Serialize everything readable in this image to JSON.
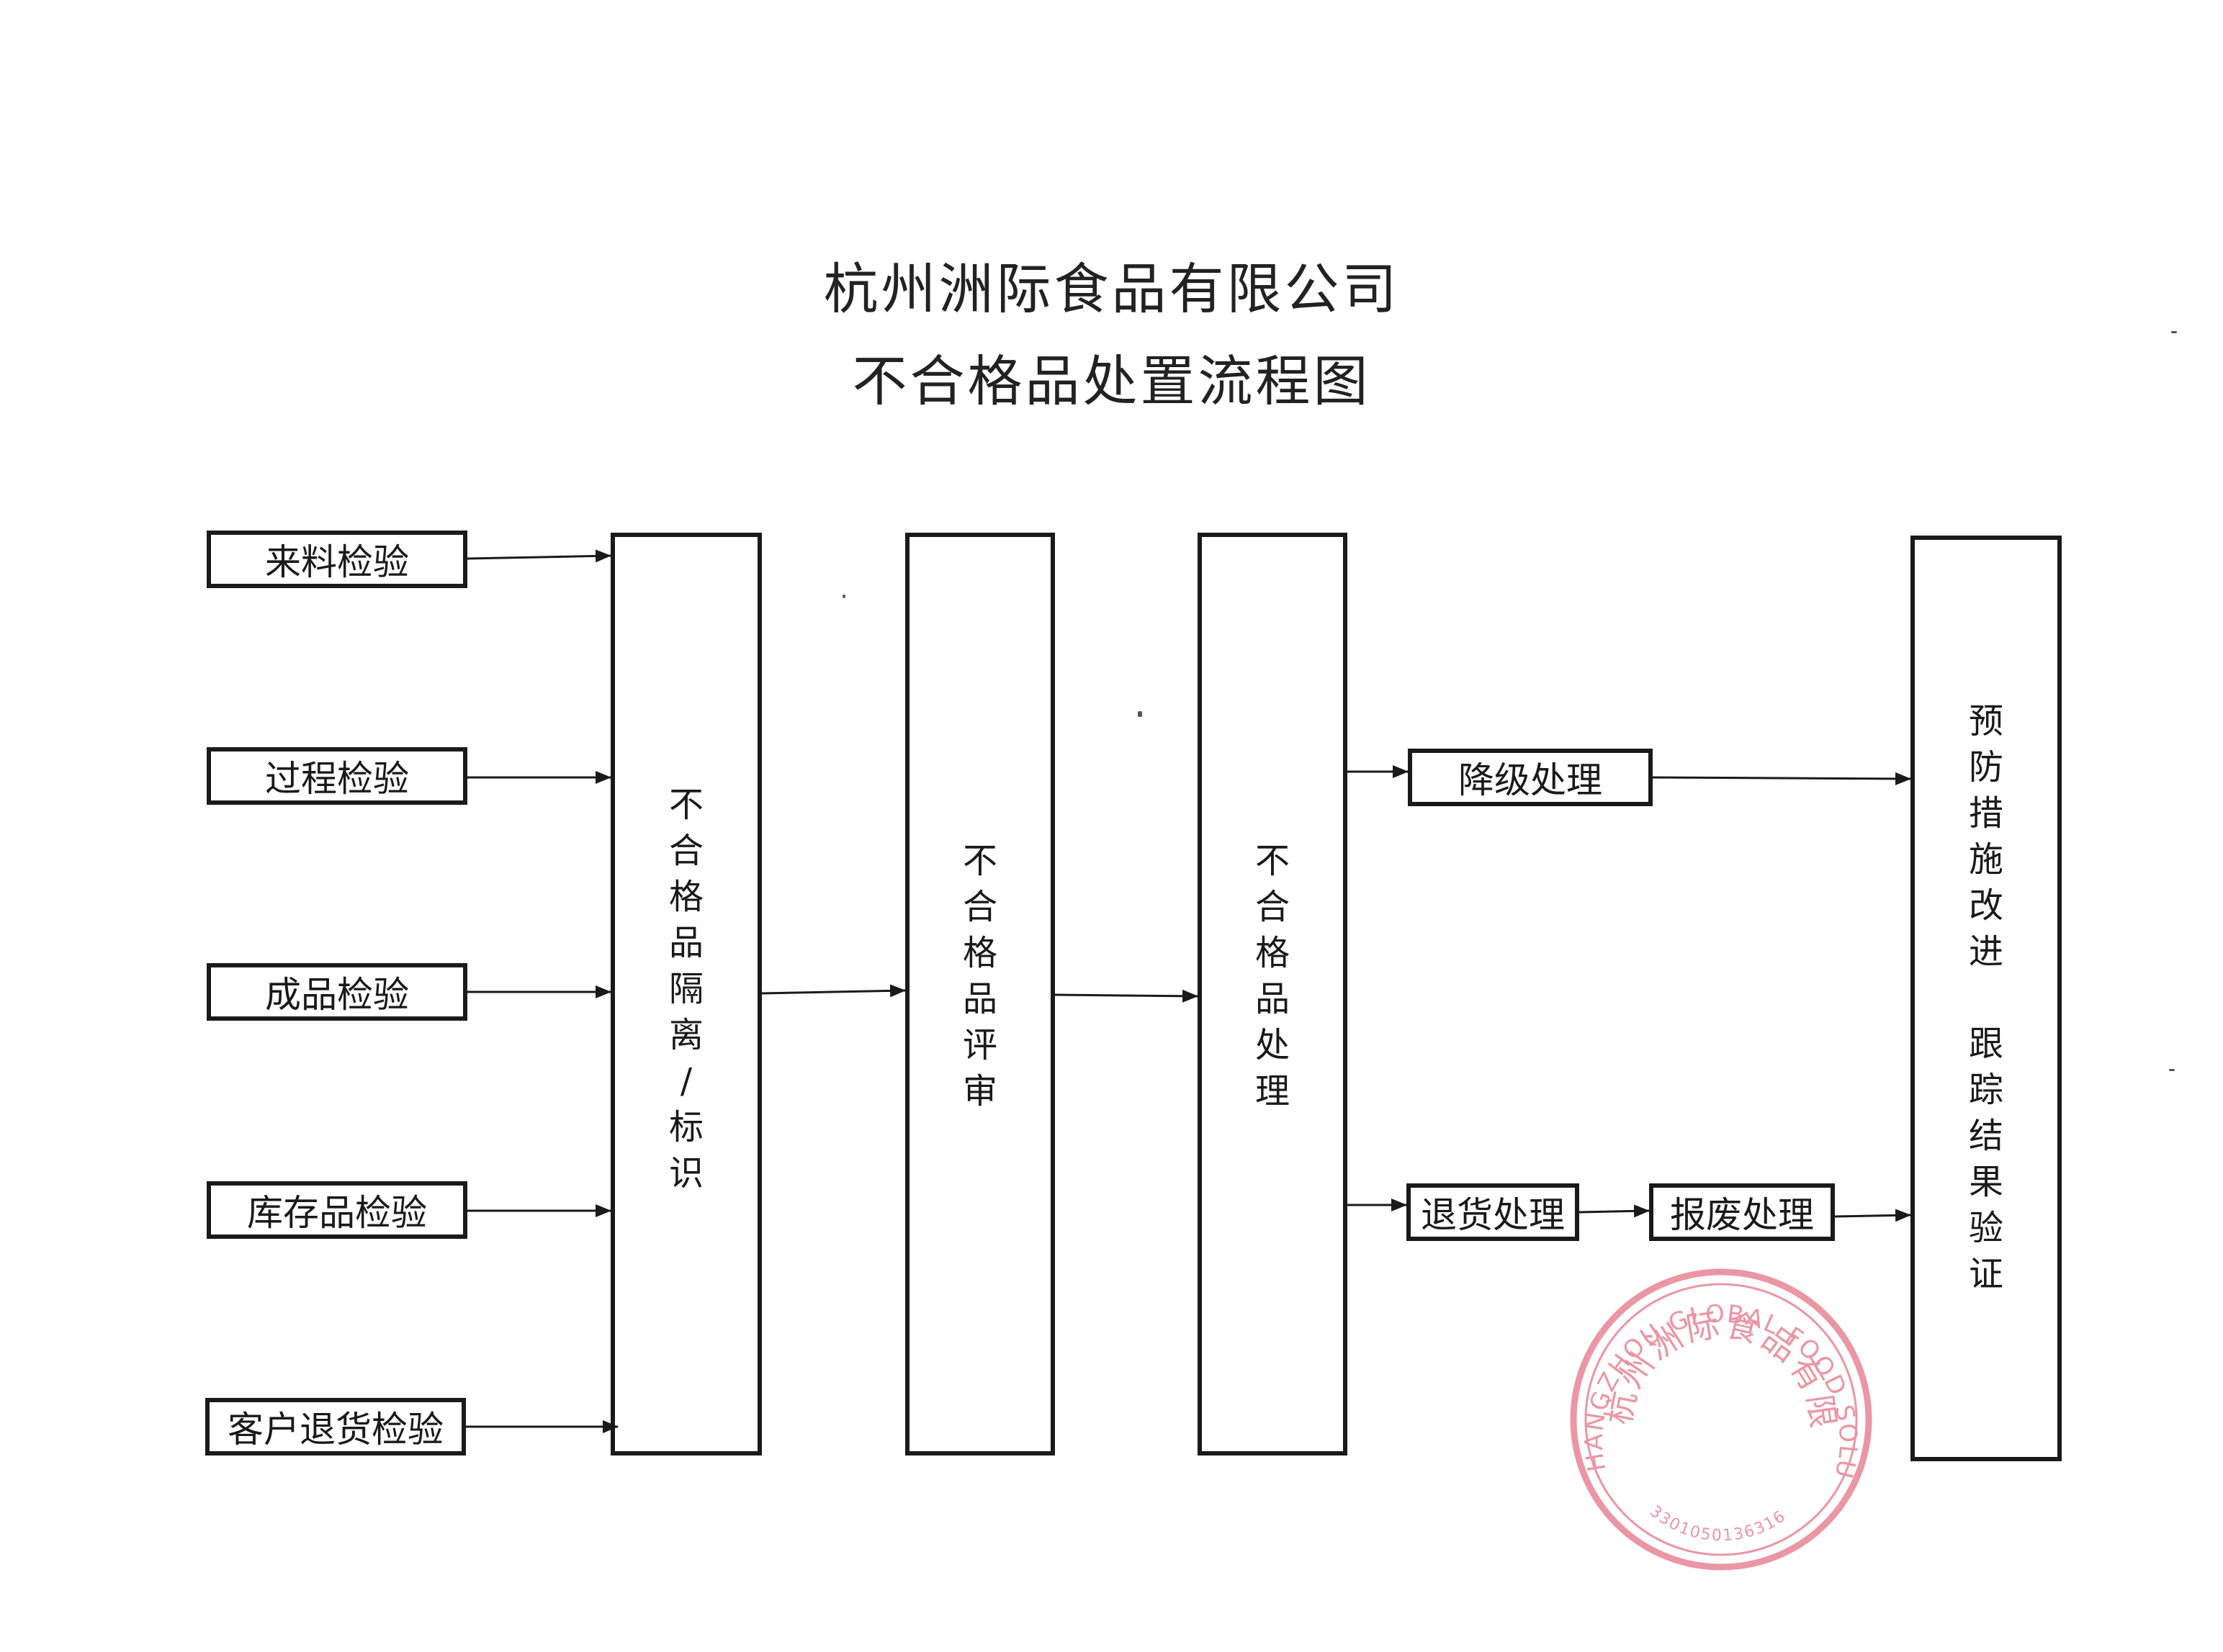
{
  "title": {
    "company": "杭州洲际食品有限公司",
    "chart": "不合格品处置流程图"
  },
  "inputs": {
    "incoming": "来料检验",
    "process": "过程检验",
    "finished": "成品检验",
    "inventory": "库存品检验",
    "customer_return": "客户退货检验"
  },
  "stages": {
    "isolate": "不\n合\n格\n品\n隔\n离\n/\n标\n识",
    "review": "不\n合\n格\n品\n评\n审",
    "handle": "不\n合\n格\n品\n处\n理",
    "prevent": "预\n防\n措\n施\n改\n进\n\n跟\n踪\n结\n果\n验\n证"
  },
  "outcomes": {
    "downgrade": "降级处理",
    "return": "退货处理",
    "scrap": "报废处理"
  },
  "stamp": {
    "text_en": "HANGZHOU GLOBAL FOOD SOLUTIONS COMPANY LIMITED",
    "text_cn": "杭州洲际食品有限公司",
    "code": "3301050136316",
    "color": "#e0566e"
  }
}
